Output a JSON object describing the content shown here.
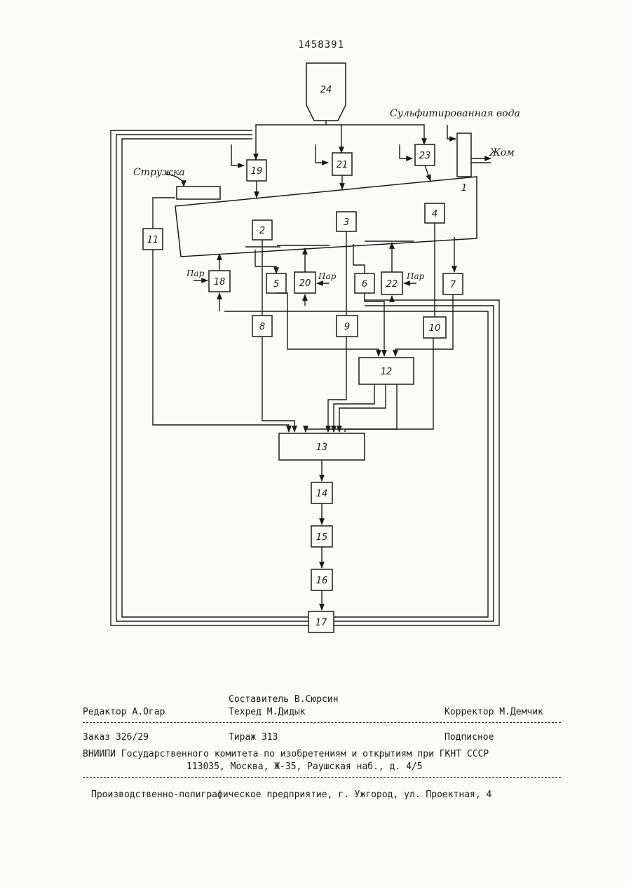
{
  "document_number": "1458391",
  "diagram": {
    "inputs": {
      "shavings": "Стружка",
      "sulfited_water": "Сульфитированная вода",
      "pulp": "Жом",
      "steam": "Пар"
    },
    "blocks": {
      "b1": "1",
      "b2": "2",
      "b3": "3",
      "b4": "4",
      "b5": "5",
      "b6": "6",
      "b7": "7",
      "b8": "8",
      "b9": "9",
      "b10": "10",
      "b11": "11",
      "b12": "12",
      "b13": "13",
      "b14": "14",
      "b15": "15",
      "b16": "16",
      "b17": "17",
      "b18": "18",
      "b19": "19",
      "b20": "20",
      "b21": "21",
      "b22": "22",
      "b23": "23",
      "b24": "24"
    }
  },
  "imprint": {
    "compiler": "Составитель В.Сюрсин",
    "editor": "Редактор А.Огар",
    "techeditor": "Техред М.Дидык",
    "corrector": "Корректор М.Демчик",
    "order": "Заказ 326/29",
    "circulation": "Тираж 313",
    "subscription": "Подписное",
    "org": "ВНИИПИ Государственного комитета по изобретениям и открытиям при ГКНТ СССР",
    "address": "113035, Москва, Ж-35, Раушская наб., д. 4/5",
    "printer": "Производственно-полиграфическое предприятие, г. Ужгород, ул. Проектная, 4"
  }
}
